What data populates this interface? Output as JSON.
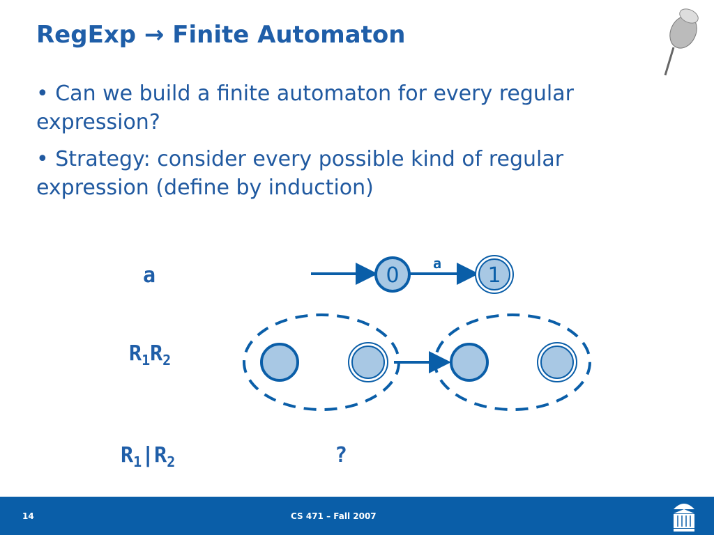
{
  "title": "RegExp → Finite Automaton",
  "bullets": [
    "• Can we build a finite automaton for every regular expression?",
    "• Strategy: consider every possible kind of regular expression (define by induction)"
  ],
  "rows": {
    "a": "a",
    "concat": {
      "r1": "R",
      "s1": "1",
      "r2": "R",
      "s2": "2"
    },
    "union": {
      "r1": "R",
      "s1": "1",
      "bar": "|",
      "r2": "R",
      "s2": "2"
    },
    "unknown": "?"
  },
  "diagram": {
    "state0": "0",
    "state1": "1",
    "edge_label": "a"
  },
  "footer": {
    "page": "14",
    "course": "CS 471 – Fall 2007"
  }
}
